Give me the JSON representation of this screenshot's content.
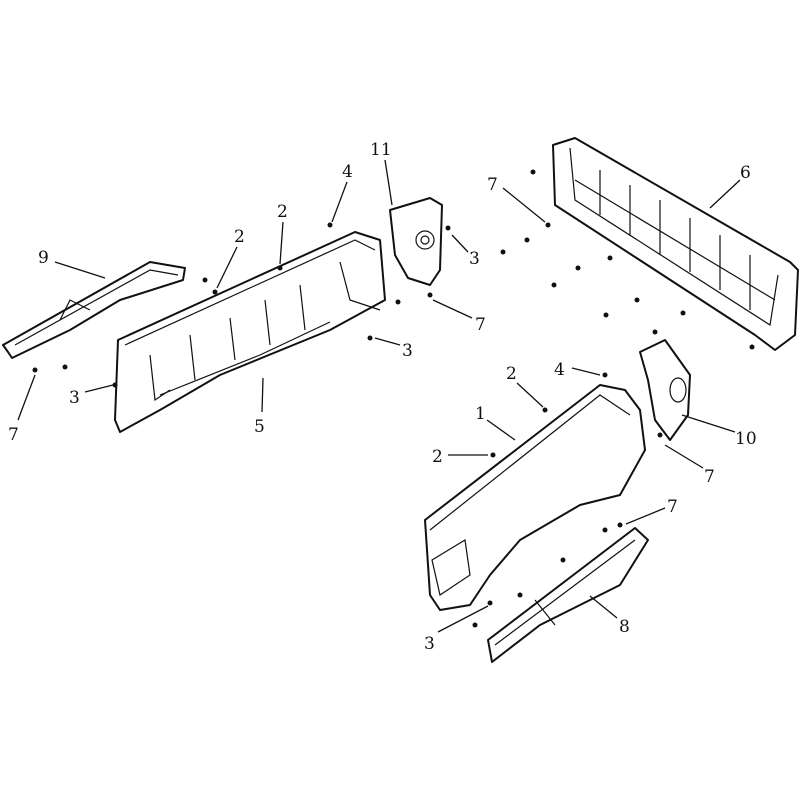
{
  "diagram": {
    "callouts": [
      "11",
      "4",
      "2",
      "2",
      "9",
      "7",
      "6",
      "3",
      "7",
      "3",
      "3",
      "7",
      "5",
      "2",
      "4",
      "1",
      "2",
      "10",
      "7",
      "7",
      "3",
      "8"
    ]
  }
}
